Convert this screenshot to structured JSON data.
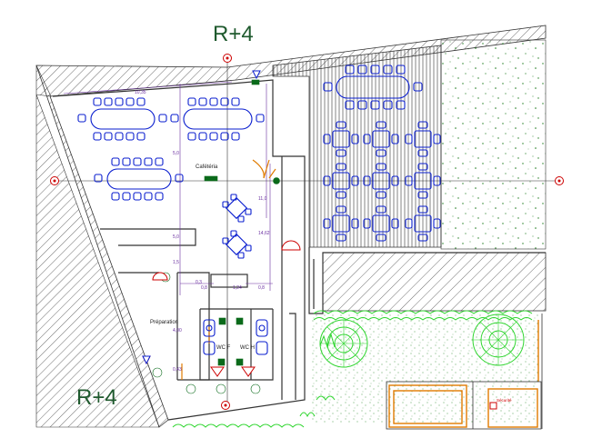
{
  "levels": {
    "top": "R+4",
    "bottom": "R+4"
  },
  "rooms": {
    "cafeteria": "Cafétéria",
    "preparation": "Préparation",
    "wc_left": "WC F",
    "wc_right": "WC H",
    "bottom_right": "Sécurité"
  },
  "dims": {
    "d1": "10,35",
    "d2": "5,0",
    "d3": "11,0",
    "d4": "14,62",
    "d5": "5,0",
    "d6": "1,5",
    "d7": "0,8",
    "d8": "1,24",
    "d9": "0,8",
    "d10": "4,00",
    "d11": "0,43",
    "d12": "0,3"
  },
  "colors": {
    "furniture": "#0a1ecf",
    "vegetation": "#2fd62f",
    "dimension": "#6a2fa0",
    "accent": "#e07b00",
    "marker": "#cc0000",
    "level_text": "#1f5a2e"
  }
}
